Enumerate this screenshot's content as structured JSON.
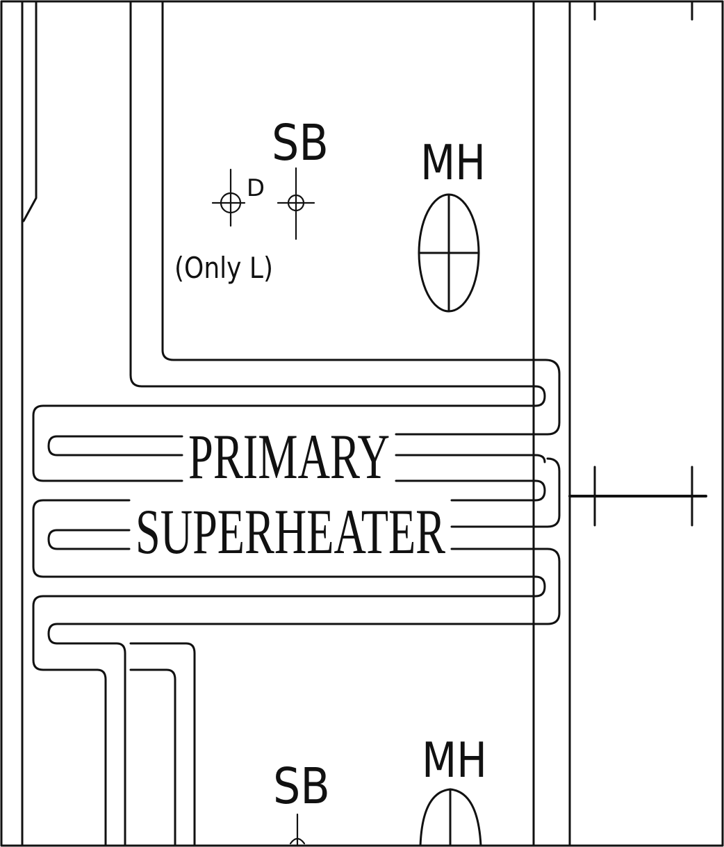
{
  "labels": {
    "sb_top": "SB",
    "mh_top": "MH",
    "d_marker": "D",
    "only_l": "(Only L)",
    "title_line1": "PRIMARY",
    "title_line2": "SUPERHEATER",
    "sb_bottom": "SB",
    "mh_bottom": "MH"
  },
  "colors": {
    "line": "#111111",
    "background": "#ffffff"
  }
}
